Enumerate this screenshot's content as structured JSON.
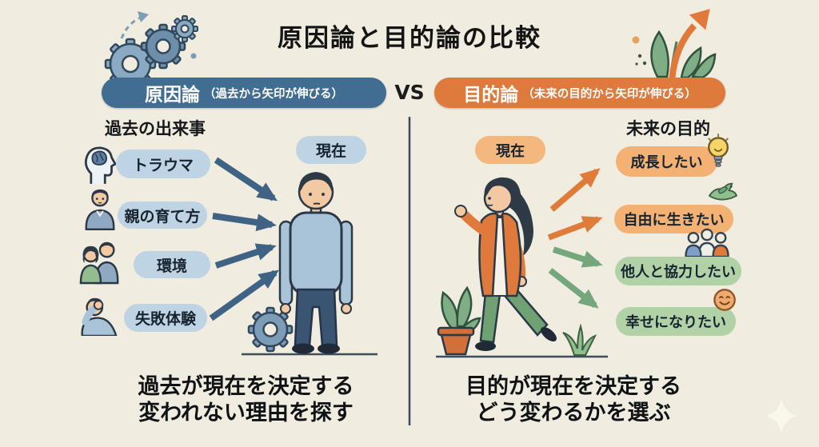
{
  "title": "原因論と目的論の比較",
  "vs_label": "VS",
  "left": {
    "header": "原因論",
    "header_note": "（過去から矢印が伸びる）",
    "column_heading": "過去の出来事",
    "present_label": "現在",
    "items": [
      {
        "label": "トラウマ",
        "icon": "brain-head-icon"
      },
      {
        "label": "親の育て方",
        "icon": "parent-icon"
      },
      {
        "label": "環境",
        "icon": "family-icon"
      },
      {
        "label": "失敗体験",
        "icon": "facepalm-icon"
      }
    ],
    "caption": [
      "過去が現在を決定する",
      "変われない理由を探す"
    ]
  },
  "right": {
    "header": "目的論",
    "header_note": "（未来の目的から矢印が伸びる）",
    "column_heading": "未来の目的",
    "present_label": "現在",
    "items": [
      {
        "label": "成長したい",
        "icon": "lightbulb-icon"
      },
      {
        "label": "自由に生きたい",
        "icon": "bird-icon"
      },
      {
        "label": "他人と協力したい",
        "icon": "group-icon"
      },
      {
        "label": "幸せになりたい",
        "icon": "smiley-icon"
      }
    ],
    "caption": [
      "目的が現在を決定する",
      "どう変わるかを選ぶ"
    ]
  },
  "colors": {
    "background": "#f0ecdf",
    "cause_primary": "#426d92",
    "cause_pill": "#bed3e3",
    "purpose_primary": "#dd7a3c",
    "purpose_pill_orange": "#f3b173",
    "purpose_pill_green": "#b1d1a6",
    "arrow_blue": "#3e6384",
    "arrow_orange": "#e07c3a",
    "arrow_green": "#74a87c",
    "line_dark": "#3c4d5c",
    "text": "#141414"
  }
}
